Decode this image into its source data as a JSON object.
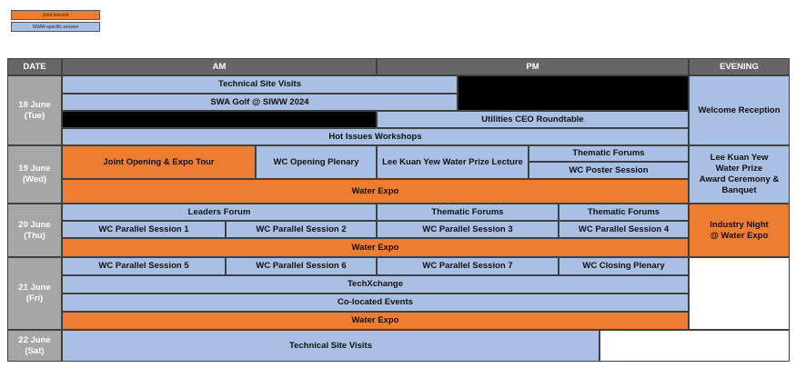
{
  "legend": {
    "joint": "Joint session",
    "siww": "SIWW-specific session"
  },
  "header": {
    "date": "DATE",
    "am": "AM",
    "pm": "PM",
    "evening": "EVENING"
  },
  "colors": {
    "joint": "#ED7D31",
    "siww": "#A9BFE3",
    "header": "#666666",
    "day": "#A6A6A6"
  },
  "days": {
    "tue": "18 June\n(Tue)",
    "wed": "19 June\n(Wed)",
    "thu": "20 June\n(Thu)",
    "fri": "21 June\n(Fri)",
    "sat": "22 June\n(Sat)"
  },
  "tue": {
    "technical_site_visits": "Technical Site  Visits",
    "swa_golf": "SWA Golf @ SIWW 2024",
    "utilities_ceo": "Utilities CEO Roundtable",
    "hot_issues": "Hot Issues Workshops",
    "welcome_reception": "Welcome Reception"
  },
  "wed": {
    "joint_opening": "Joint Opening  & Expo Tour",
    "wc_opening_plenary": "WC Opening Plenary",
    "lky_lecture": "Lee Kuan Yew Water Prize Lecture",
    "thematic_forums": "Thematic Forums",
    "wc_poster": "WC Poster Session",
    "award_ceremony": "Lee Kuan  Yew\nWater Prize\nAward Ceremony &\nBanquet",
    "water_expo": "Water Expo"
  },
  "thu": {
    "leaders_forum": "Leaders Forum",
    "thematic_forums_a": "Thematic Forums",
    "thematic_forums_b": "Thematic Forums",
    "parallel_1": "WC Parallel Session 1",
    "parallel_2": "WC Parallel Session 2",
    "parallel_3": "WC Parallel Session 3",
    "parallel_4": "WC Parallel Session 4",
    "industry_night": "Industry Night\n@ Water Expo",
    "water_expo": "Water Expo"
  },
  "fri": {
    "parallel_5": "WC Parallel Session 5",
    "parallel_6": "WC Parallel Session 6",
    "parallel_7": "WC Parallel Session 7",
    "closing_plenary": "WC Closing  Plenary",
    "techxchange": "TechXchange",
    "colocated": "Co-located Events",
    "water_expo": "Water Expo"
  },
  "sat": {
    "technical_site_visits": "Technical  Site  Visits"
  }
}
